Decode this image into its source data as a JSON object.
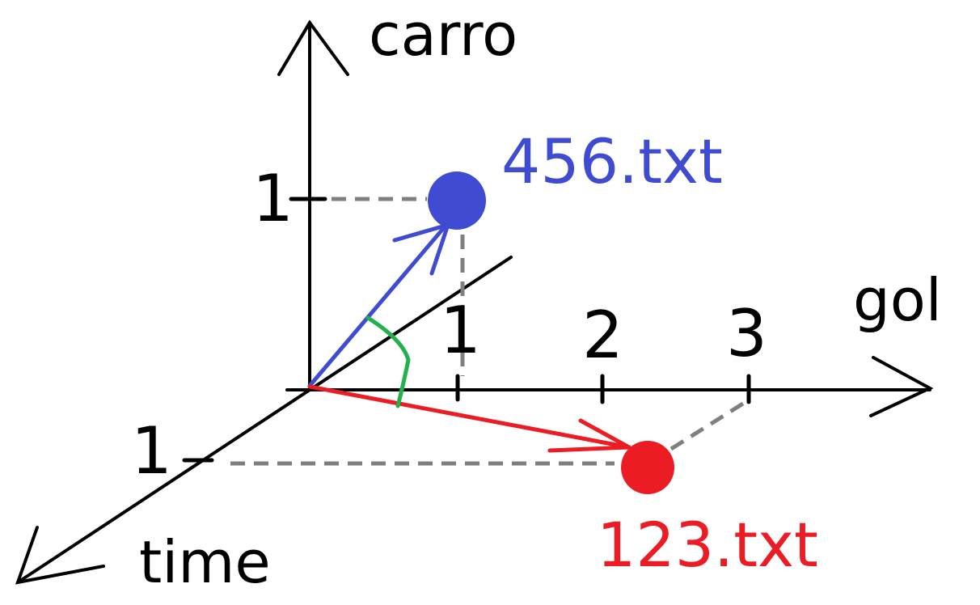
{
  "axes": {
    "vertical": "carro",
    "horizontal": "gol",
    "depth": "time"
  },
  "ticks": {
    "vertical": [
      "1"
    ],
    "horizontal": [
      "1",
      "2",
      "3"
    ],
    "depth": [
      "1"
    ]
  },
  "points": [
    {
      "label": "456.txt",
      "color": "#3f4bd1",
      "coords": {
        "gol": 1,
        "carro": 1,
        "time": 0
      }
    },
    {
      "label": "123.txt",
      "color": "#ec1c24",
      "coords": {
        "gol": 3,
        "carro": 0,
        "time": 1
      }
    }
  ],
  "colors": {
    "axis": "#000000",
    "guide": "#7f7f7f",
    "angle_arc": "#22b14c"
  }
}
